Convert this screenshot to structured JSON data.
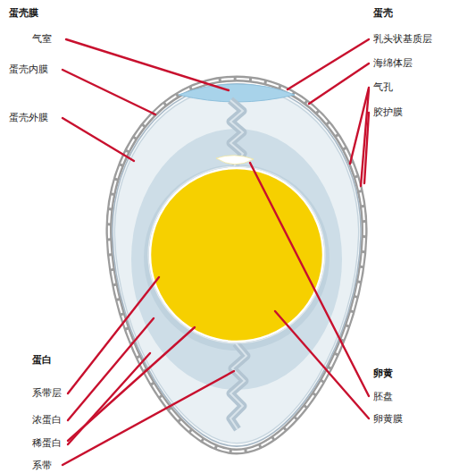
{
  "diagram": {
    "labels": [
      "蛋壳膜",
      "气室",
      "蛋壳内膜",
      "蛋壳外膜",
      "蛋壳",
      "乳头状基质层",
      "海绵体层",
      "气孔",
      "胶护膜",
      "蛋白",
      "系带层",
      "浓蛋白",
      "稀蛋白",
      "系带",
      "卵黄",
      "胚盘",
      "卵黄膜"
    ]
  }
}
